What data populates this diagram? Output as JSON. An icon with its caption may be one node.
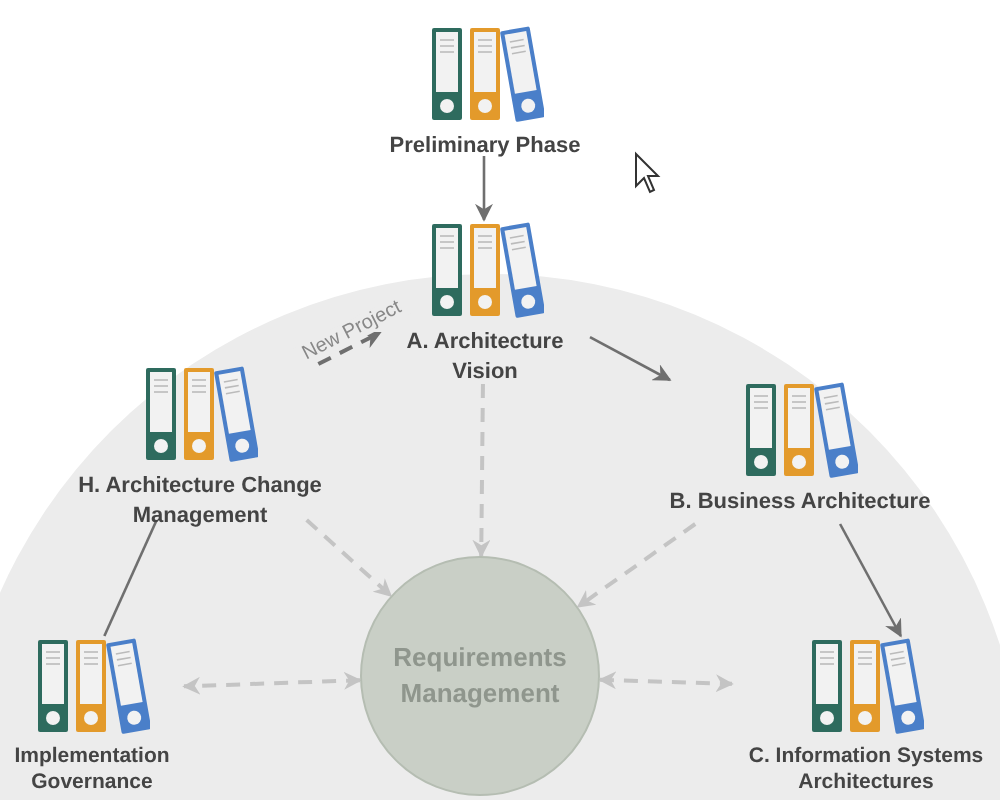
{
  "diagram": {
    "nodes": [
      {
        "text": [
          "Preliminary Phase"
        ]
      },
      {
        "text": [
          "A. Architecture Vision"
        ]
      },
      {
        "text": [
          "B. Business Architecture"
        ]
      },
      {
        "text": [
          "C. Information Systems Architectures"
        ]
      },
      {
        "text": [
          "H. Architecture Change Management"
        ]
      },
      {
        "text": [
          "Implementation Governance"
        ]
      },
      {
        "text": [
          "Requirements Management"
        ]
      }
    ],
    "edges": [
      {
        "from": 0,
        "to": 1,
        "arrow": "to"
      },
      {
        "from": 1,
        "to": 2,
        "arrow": "to"
      },
      {
        "from": 2,
        "to": 3,
        "arrow": "to"
      },
      {
        "from": 4,
        "to": 1,
        "arrow": "to",
        "label": "New Project",
        "style": "dashed"
      },
      {
        "from": 5,
        "to": 4,
        "arrow": "none"
      },
      {
        "from": 1,
        "to": 6,
        "arrow": "to",
        "style": "dashed",
        "color": "#c4c4c4"
      },
      {
        "from": 4,
        "to": 6,
        "arrow": "to",
        "style": "dashed",
        "color": "#c4c4c4"
      },
      {
        "from": 2,
        "to": 6,
        "arrow": "to",
        "style": "dashed",
        "color": "#c4c4c4"
      },
      {
        "from": 6,
        "to": 5,
        "arrow": "both",
        "style": "dashed",
        "color": "#c4c4c4"
      },
      {
        "from": 6,
        "to": 3,
        "arrow": "both",
        "style": "dashed",
        "color": "#c4c4c4"
      }
    ]
  }
}
